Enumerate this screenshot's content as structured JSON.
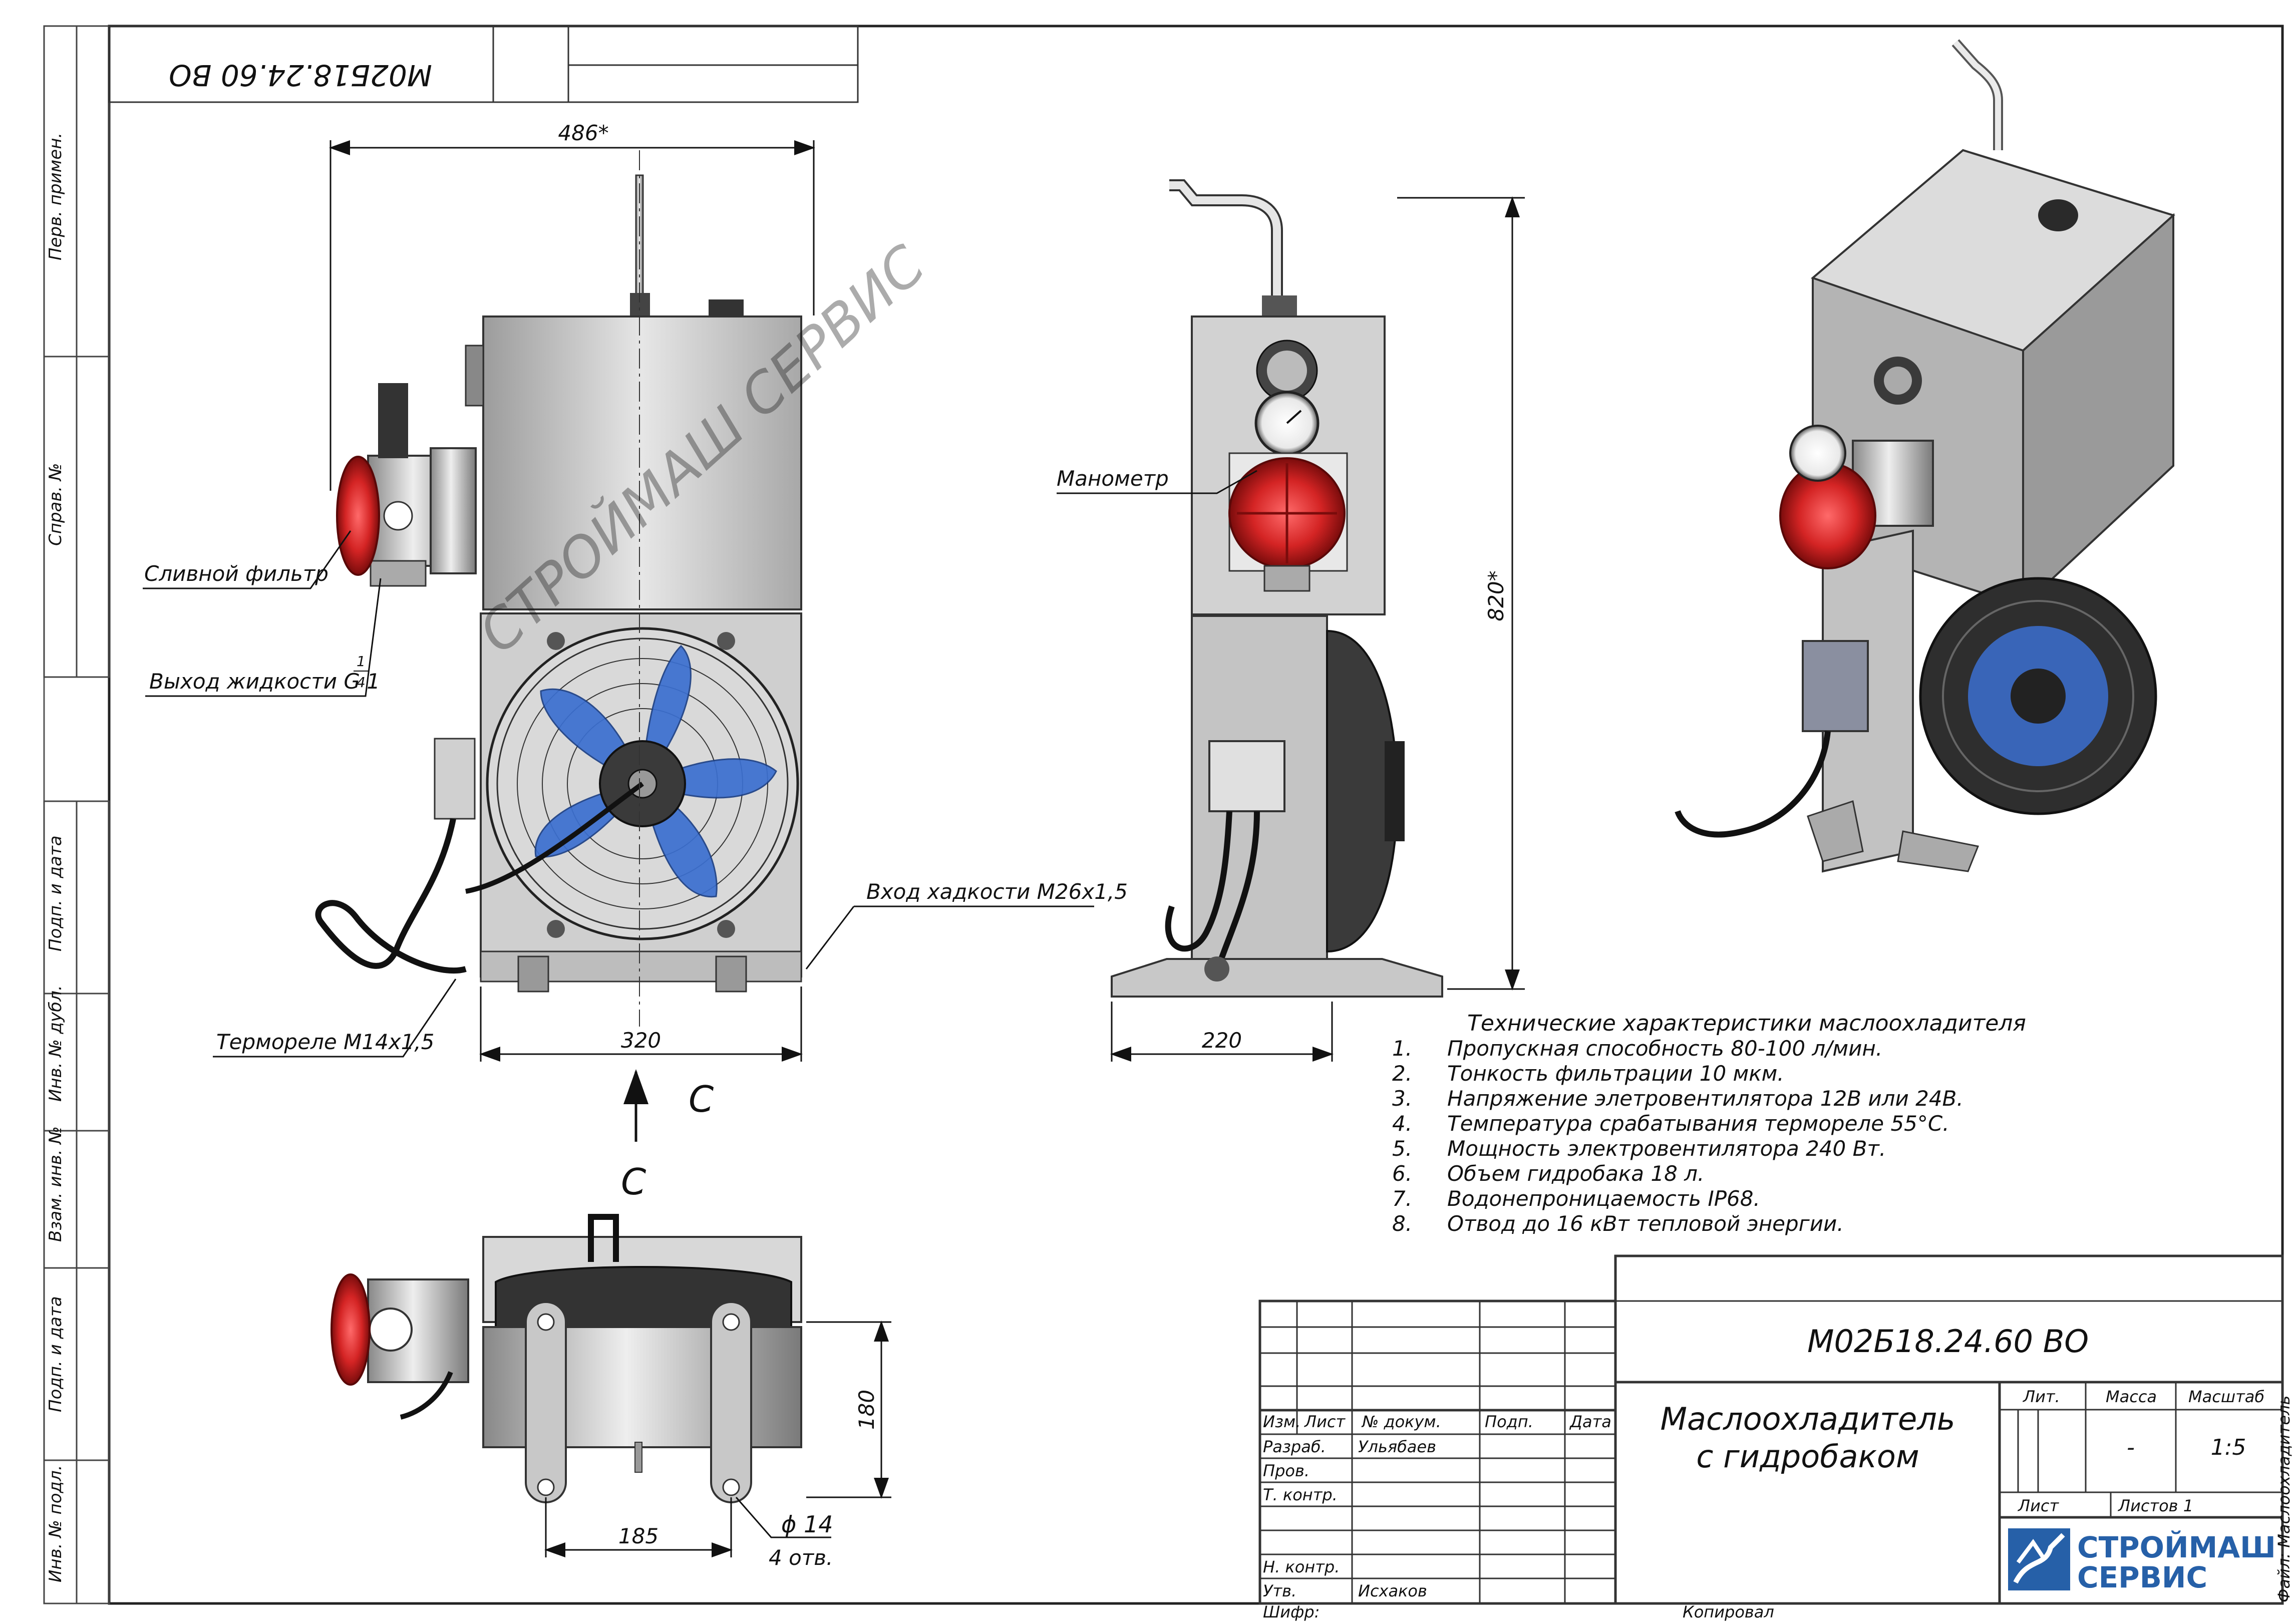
{
  "top_stamp": "М02Б18.24.60 ВО",
  "side_labels": [
    "Перв. примен.",
    "Справ. №",
    "Подп. и дата",
    "Инв. № дубл.",
    "Взам. инв. №",
    "Подп. и дата",
    "Инв. № подл."
  ],
  "front_view": {
    "dim_width_top": "486*",
    "dim_width_bottom": "320",
    "callout_filter": "Сливной фильтр",
    "callout_outlet_prefix": "Выход жидкости G 1",
    "callout_outlet_num": "1",
    "callout_outlet_den": "4",
    "callout_inlet": "Вход хадкости М26х1,5",
    "callout_thermo": "Термореле М14х1,5",
    "view_arrow": "С"
  },
  "side_view": {
    "callout_gauge": "Манометр",
    "dim_height": "820*",
    "dim_width": "220"
  },
  "bottom_view": {
    "title": "С",
    "dim_depth": "180",
    "dim_spacing": "185",
    "dim_hole": "ϕ 14",
    "dim_hole_count": "4 отв."
  },
  "specs": {
    "title": "Технические характеристики маслоохладителя",
    "items": [
      {
        "num": "1.",
        "text": "Пропускная способность 80-100 л/мин."
      },
      {
        "num": "2.",
        "text": "Тонкость фильтрации 10 мкм."
      },
      {
        "num": "3.",
        "text": "Напряжение элетровентилятора 12В или 24В."
      },
      {
        "num": "4.",
        "text": "Температура срабатывания термореле 55°С."
      },
      {
        "num": "5.",
        "text": "Мощность электровентилятора 240 Вт."
      },
      {
        "num": "6.",
        "text": "Объем гидробака 18 л."
      },
      {
        "num": "7.",
        "text": "Водонепроницаемость IP68."
      },
      {
        "num": "8.",
        "text": "Отвод до 16 кВт тепловой энергии."
      }
    ]
  },
  "title_block": {
    "designation": "М02Б18.24.60 ВО",
    "name_line1": "Маслоохладитель",
    "name_line2": "с гидробаком",
    "col_izm": "Изм.",
    "col_list": "Лист",
    "col_doc": "№ докум.",
    "col_podp": "Подп.",
    "col_data": "Дата",
    "row_razrab": "Разраб.",
    "razrab_name": "Ульябаев",
    "row_prov": "Пров.",
    "row_tkontr": "Т. контр.",
    "row_nkontr": "Н. контр.",
    "row_utv": "Утв.",
    "utv_name": "Исхаков",
    "lit": "Лит.",
    "massa": "Масса",
    "massa_val": "-",
    "masshtab": "Масштаб",
    "masshtab_val": "1:5",
    "list": "Лист",
    "listov": "Листов 1",
    "company_line1": "СТРОЙМАШ",
    "company_line2": "СЕРВИС",
    "shifr": "Шифр:",
    "kopiroval": "Копировал",
    "file_label": "Файл: Маслоохладитель"
  },
  "watermark": "СТРОЙМАШ СЕРВИС",
  "colors": {
    "filter_red": "#d42424",
    "fan_blue": "#3b6fd0",
    "body_grey": "#c8c8c8",
    "logo_blue": "#2660a8"
  }
}
